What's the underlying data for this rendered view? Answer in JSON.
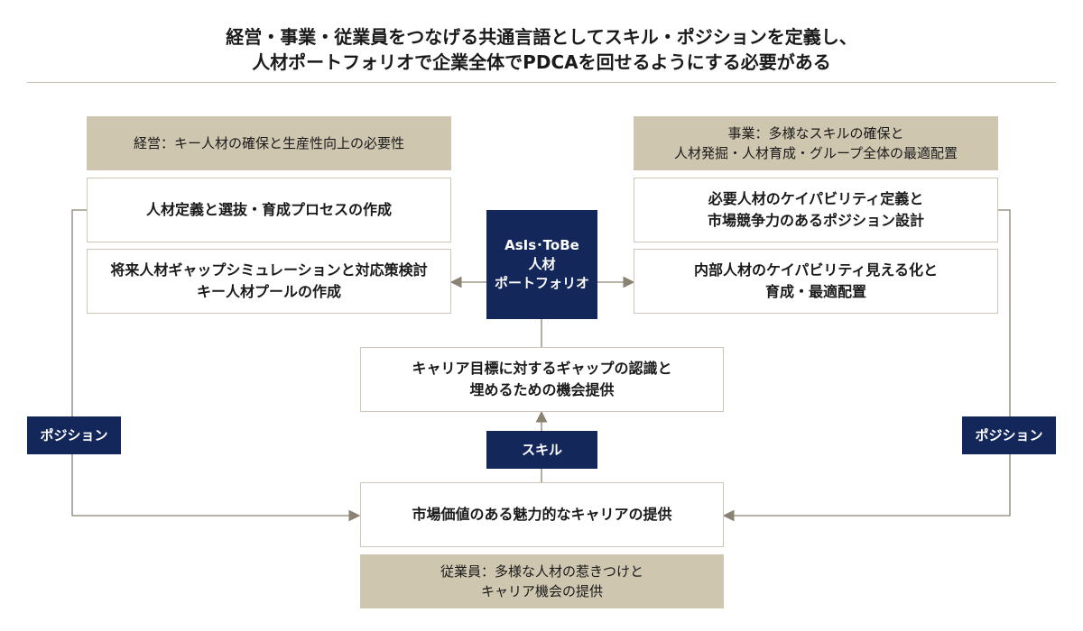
{
  "title": {
    "line1": "経営・事業・従業員をつなげる共通言語としてスキル・ポジションを定義し、",
    "line2": "人材ポートフォリオで企業全体でPDCAを回せるようにする必要がある"
  },
  "management": {
    "header": "経営：キー人材の確保と生産性向上の必要性",
    "item1": "人材定義と選抜・育成プロセスの作成",
    "item2_line1": "将来人材ギャップシミュレーションと対応策検討",
    "item2_line2": "キー人材プールの作成"
  },
  "business": {
    "header_line1": "事業：多様なスキルの確保と",
    "header_line2": "人材発掘・人材育成・グループ全体の最適配置",
    "item1_line1": "必要人材のケイパビリティ定義と",
    "item1_line2": "市場競争力のあるポジション設計",
    "item2_line1": "内部人材のケイパビリティ見える化と",
    "item2_line2": "育成・最適配置"
  },
  "center": {
    "portfolio_line1": "AsIs･ToBe",
    "portfolio_line2": "人材",
    "portfolio_line3": "ポートフォリオ",
    "career_gap_line1": "キャリア目標に対するギャップの認識と",
    "career_gap_line2": "埋めるための機会提供",
    "skill": "スキル",
    "career_offer": "市場価値のある魅力的なキャリアの提供"
  },
  "position_left": "ポジション",
  "position_right": "ポジション",
  "employee": {
    "line1": "従業員：多様な人材の惹きつけと",
    "line2": "キャリア機会の提供"
  },
  "colors": {
    "navy": "#14275a",
    "tan": "#cfc6b0",
    "border": "#cdc6b6",
    "connector": "#8a8272"
  }
}
